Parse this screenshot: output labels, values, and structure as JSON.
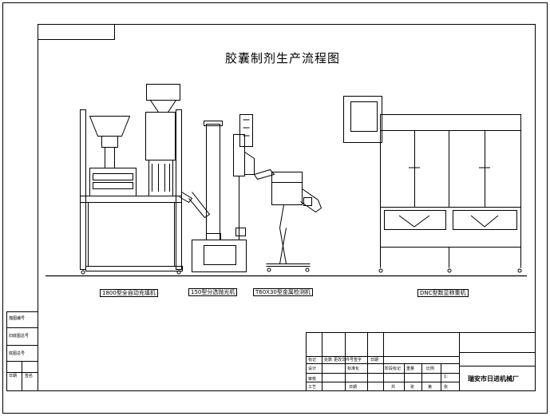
{
  "title": "胶囊制剂生产流程图",
  "machines": [
    {
      "label": "1800型全自动充填机"
    },
    {
      "label": "150型分选抛光机"
    },
    {
      "label": "T60X30型金属检测机"
    },
    {
      "label": "DNC型数显称重机"
    }
  ],
  "side_table": {
    "rows": [
      "描图编号",
      "旧底图总号",
      "底图总号"
    ],
    "bottom_left": "日期",
    "bottom_right": "签名"
  },
  "title_block": {
    "row1": [
      "标记",
      "处数",
      "更改文件号",
      "签字",
      "日期"
    ],
    "col_design": "设计",
    "col_std": "标准化",
    "col_stage": "阶段标记",
    "col_weight": "重量",
    "col_scale": "比例",
    "scale_value": "1:",
    "col_check": "审核",
    "col_craft": "工艺",
    "col_date": "日期",
    "sheets_total": "共",
    "sheets_total_unit": "张",
    "sheet_n": "第",
    "sheet_n_unit": "张",
    "company": "瑞安市日进机械厂"
  }
}
